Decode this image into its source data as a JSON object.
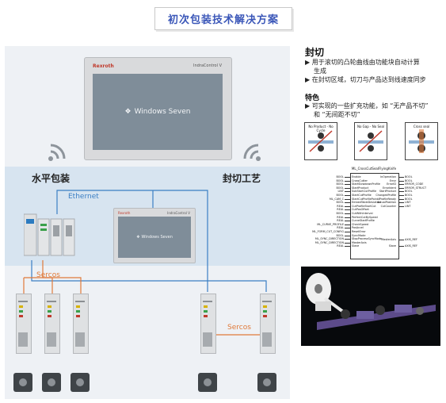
{
  "title": "初次包装技术解决方案",
  "diagram": {
    "left_label": "水平包装",
    "right_label": "封切工艺",
    "ethernet_label": "Ethernet",
    "sercos_label_left": "Sercos",
    "sercos_label_right": "Sercos",
    "hmi_big": {
      "brand": "Rexroth",
      "model": "IndraControl V",
      "screen_text": "Windows Seven"
    },
    "hmi_small": {
      "brand": "Rexroth",
      "model": "IndraControl V",
      "screen_text": "Windows Seven"
    },
    "colors": {
      "ethernet": "#3b7fc4",
      "sercos": "#e07a3a"
    }
  },
  "right": {
    "heading": "封切",
    "bullets": [
      "▶ 用于滚切的凸轮曲线由功能块自动计算",
      "生成",
      "▶ 在封切区域，切刀与产品达到线速度同步"
    ],
    "subheading": "特色",
    "feature_bullets": [
      "▶ 可实现的一些扩充功能，如 “无产品不切”",
      "和 “无间距不切”"
    ],
    "figures": [
      {
        "caption": "No Product - No Cycle"
      },
      {
        "caption": "No Gap - No Seal"
      },
      {
        "caption": "Cross seal"
      }
    ],
    "function_block": {
      "name": "ML_CrossCutSealFlyingKnife",
      "input_types": [
        "BOOL",
        "BOOL",
        "BOOL",
        "BOOL",
        "LINT",
        "BOOL",
        "ML_CAM_C",
        "BOOL",
        "REAL",
        "REAL",
        "BOOL",
        "REAL",
        "REAL",
        "ML_CURVE_PROFILE",
        "REAL",
        "ML_FORM_CUT_CONFIG",
        "BOOL",
        "ML_SYNC_DIRECTION",
        "ML_SYNC_DIRECTION",
        "REAL",
        "AXIS_REF",
        "AXIS_REF"
      ],
      "inputs": [
        "Enable",
        "CrossCutter",
        "StartSlowdownProfile",
        "StartProduct",
        "SubStartCutProfile",
        "StartCutProfile",
        "StartCutProfilePointA",
        "EmbedTableDeviation",
        "CutProfileStartCut",
        "CutPosOffset",
        "CutWithInterval",
        "PerfectCutBySpeed",
        "CurveStartProfile",
        "CheckSpeed",
        "PosAccel",
        "ResetError",
        "SyncMode",
        "StopProcessSyncMode",
        "MasterAxis",
        "Slave"
      ],
      "outputs": [
        "InOperation",
        "Error",
        "ErrorID",
        "ErrorIdent",
        "StartProduct",
        "ChangedProfile",
        "ProfileReady",
        "ActualPosition",
        "CutCounter",
        "MasterAxis",
        "Slave"
      ],
      "output_types": [
        "BOOL",
        "BOOL",
        "ERROR_CODE",
        "ERROR_STRUCT",
        "BOOL",
        "BOOL",
        "BOOL",
        "LINT",
        "LINT",
        "AXIS_REF",
        "AXIS_REF"
      ]
    }
  }
}
